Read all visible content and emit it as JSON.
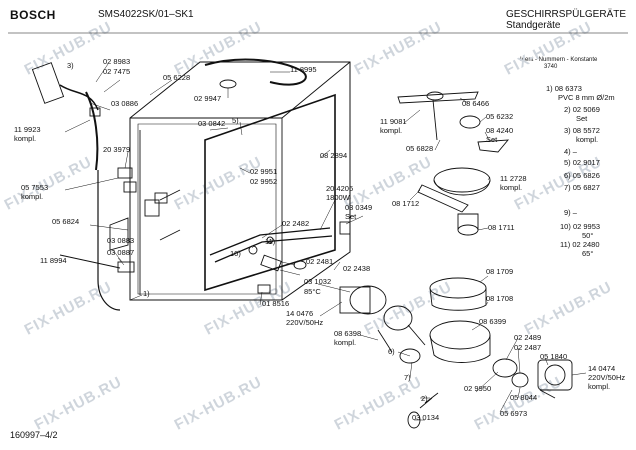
{
  "header": {
    "brand": "BOSCH",
    "model": "SMS4022SK/01–SK1",
    "category": "GESCHIRRSPÜLGERÄTE",
    "subcategory": "Standgeräte",
    "ident_label": "Ident - Nummern - Konstante",
    "ident_value": "3740"
  },
  "footer": {
    "doc_number": "160997–4/2"
  },
  "watermark": "FIX-HUB.RU",
  "part_labels": {
    "p3a": "3)",
    "p028983": "02 8983",
    "p027475": "02 7475",
    "p056228": "05 6228",
    "p118995": "11 8995",
    "p030886": "03 0886",
    "p029947": "02 9947",
    "p030842": "03 0842",
    "p5": "5)",
    "p119923": "11 9923",
    "p119923k": "kompl.",
    "p203979": "20 3979",
    "p082894": "08 2894",
    "p029951": "02 9951",
    "p029952": "02 9952",
    "p057553": "05 7553",
    "p057553k": "kompl.",
    "p204206": "20 4206",
    "p204206w": "1800W",
    "p030349": "03 0349",
    "p030349s": "Set",
    "p056824": "05 6824",
    "p022482": "02 2482",
    "p030883": "03 0883",
    "p030887": "03 0887",
    "p11": "11)",
    "p10": "10)",
    "p022481": "02 2481",
    "p118994": "11 8994",
    "p022438": "02 2438",
    "p030132": "03 1032",
    "p030132t": "85°C",
    "p1": "1)",
    "p018516": "01 8516",
    "p140476": "14 0476",
    "p140476v": "220V/50Hz",
    "p086398": "08 6398",
    "p086398k": "kompl.",
    "p6": "6)",
    "p7": "7)",
    "p2": "2)",
    "p030134": "03 0134",
    "p119081": "11 9081",
    "p119081k": "kompl.",
    "p086466": "08 6466",
    "p056232": "05 6232",
    "p084240": "08 4240",
    "p084240s": "Set",
    "p056828": "05 6828",
    "p112728": "11 2728",
    "p112728k": "kompl.",
    "p081712": "08 1712",
    "p081711": "08 1711",
    "p081709": "08 1709",
    "p081708": "08 1708",
    "p086399": "08 6399",
    "p022489": "02 2489",
    "p022487": "02 2487",
    "p051840": "05 1840",
    "p140474": "14 0474",
    "p140474v": "220V/50Hz",
    "p140474k": "kompl.",
    "p029950": "02 9950",
    "p058044": "05 8044",
    "p056973": "05 6973"
  },
  "legend": [
    {
      "idx": "1)",
      "code": "08 6373",
      "note": "PVC 8 mm Ø/2m"
    },
    {
      "idx": "2)",
      "code": "02 5069",
      "note": "Set"
    },
    {
      "idx": "3)",
      "code": "08 5572",
      "note": "kompl."
    },
    {
      "idx": "4)",
      "code": "–",
      "note": ""
    },
    {
      "idx": "5)",
      "code": "02 9017",
      "note": ""
    },
    {
      "idx": "6)",
      "code": "05 6826",
      "note": ""
    },
    {
      "idx": "7)",
      "code": "05 6827",
      "note": ""
    },
    {
      "idx": "9)",
      "code": "–",
      "note": ""
    },
    {
      "idx": "10)",
      "code": "02 9953",
      "note": "50°"
    },
    {
      "idx": "11)",
      "code": "02 2480",
      "note": "65°"
    }
  ]
}
